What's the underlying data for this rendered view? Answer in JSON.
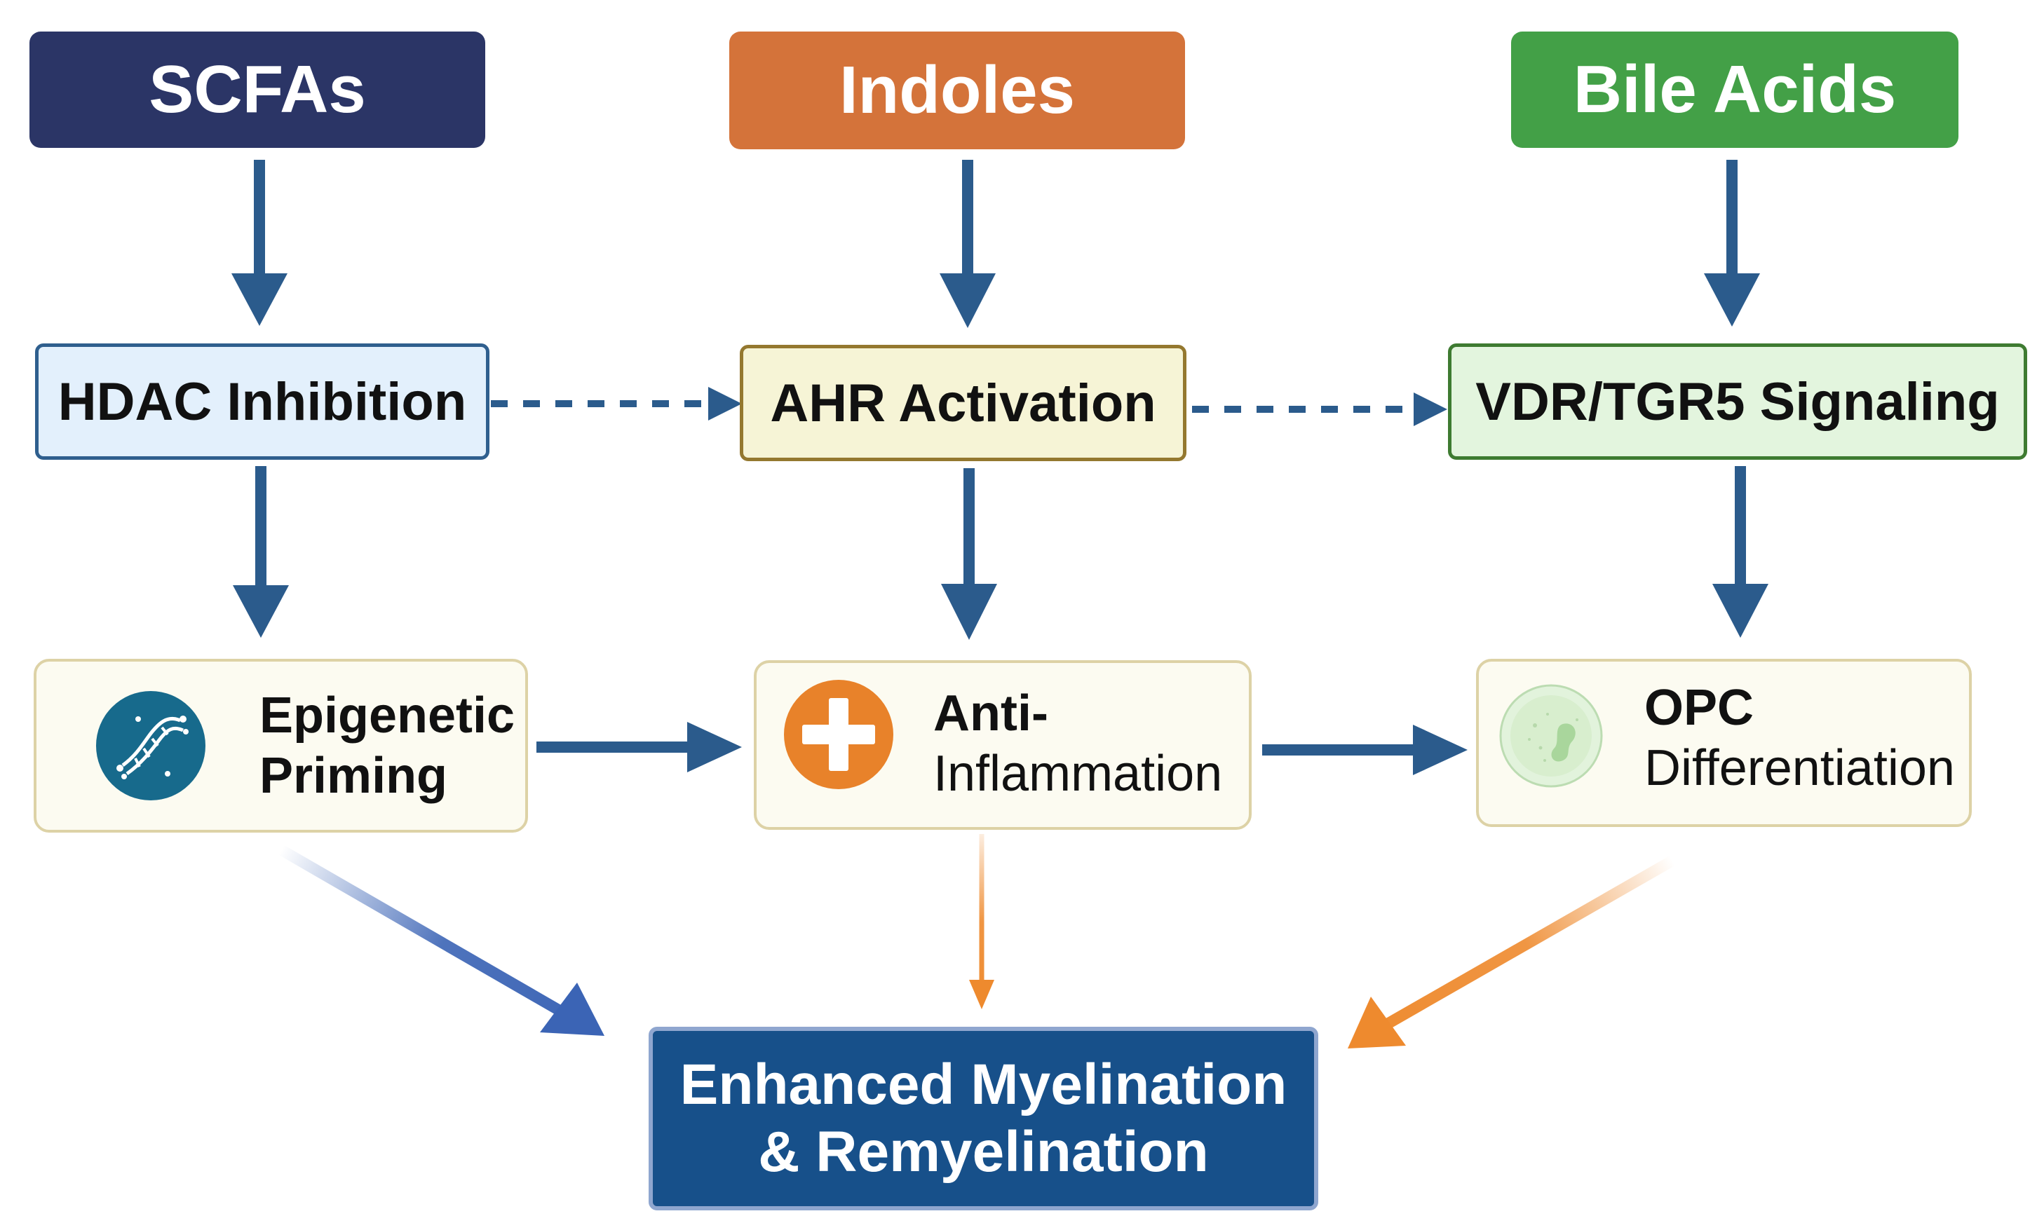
{
  "sources": {
    "scfas": {
      "label": "SCFAs",
      "color": "#2b3566"
    },
    "indoles": {
      "label": "Indoles",
      "color": "#d4733a"
    },
    "bile_acids": {
      "label": "Bile Acids",
      "color": "#43a047"
    }
  },
  "mechanisms": {
    "hdac": {
      "label": "HDAC Inhibition",
      "fill": "#e3f0fc",
      "border": "#2f5f8e"
    },
    "ahr": {
      "label": "AHR Activation",
      "fill": "#f6f4d6",
      "border": "#94782f"
    },
    "vdr": {
      "label": "VDR/TGR5 Signaling",
      "fill": "#e3f5de",
      "border": "#3e7b31"
    }
  },
  "outcomes": {
    "epigenetic": {
      "line1": "Epigenetic",
      "line2": "Priming",
      "icon": "dna-icon"
    },
    "anti_inflammation": {
      "line1": "Anti-",
      "line2": "Inflammation",
      "icon": "plus-cross-icon"
    },
    "opc": {
      "line1": "OPC",
      "line2": "Differentiation",
      "icon": "cell-icon"
    }
  },
  "final": {
    "line1": "Enhanced Myelination",
    "line2": "& Remyelination"
  },
  "colors": {
    "arrow_blue": "#2b5b8c",
    "arrow_bright_blue": "#3b64b5",
    "arrow_orange": "#ee8a2e"
  }
}
